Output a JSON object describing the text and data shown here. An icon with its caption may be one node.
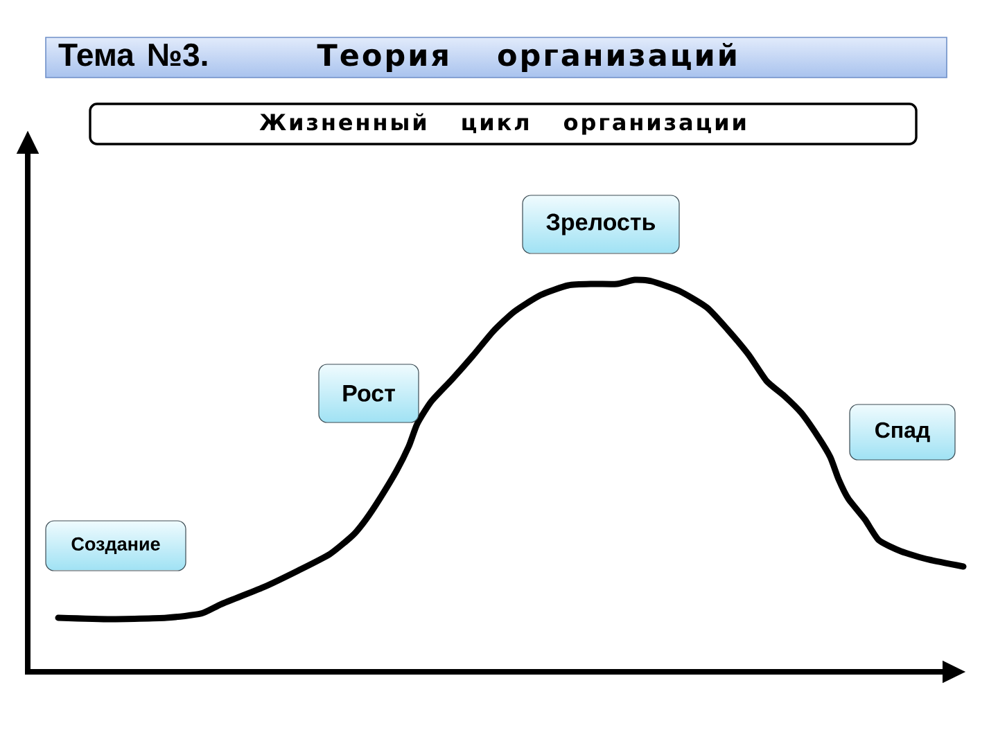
{
  "diagram": {
    "nodes": [
      {
        "text": [
          "Тема №3.",
          "Теория организаций"
        ]
      },
      {
        "text": [
          "Жизненный цикл организации"
        ]
      },
      {
        "text": [
          "Создание"
        ]
      },
      {
        "text": [
          "Рост"
        ]
      },
      {
        "text": [
          "Зрелость"
        ]
      },
      {
        "text": [
          "Спад"
        ]
      }
    ]
  }
}
